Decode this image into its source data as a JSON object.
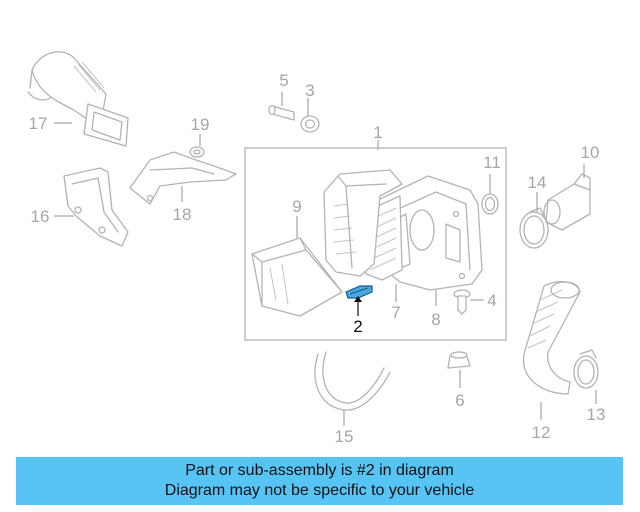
{
  "diagram": {
    "callouts": {
      "c1": "1",
      "c2": "2",
      "c3": "3",
      "c4": "4",
      "c5": "5",
      "c6": "6",
      "c7": "7",
      "c8": "8",
      "c9": "9",
      "c10": "10",
      "c11": "11",
      "c12": "12",
      "c13": "13",
      "c14": "14",
      "c15": "15",
      "c16": "16",
      "c17": "17",
      "c18": "18",
      "c19": "19"
    },
    "highlight_color": "#4aa8e0",
    "highlighted_part": "2"
  },
  "banner": {
    "line1": "Part or sub-assembly is #2 in diagram",
    "line2": "Diagram may not be specific to your vehicle",
    "color": "#56c4f5"
  }
}
